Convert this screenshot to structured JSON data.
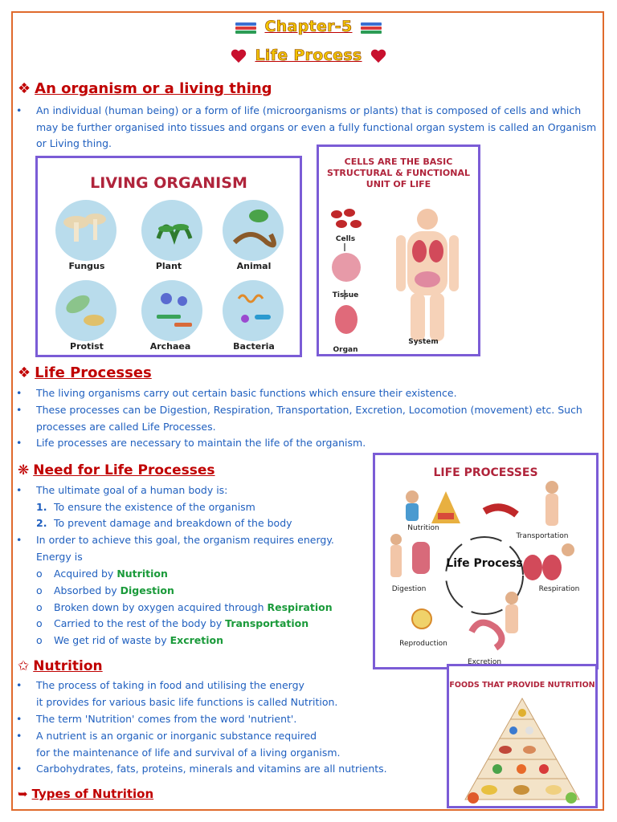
{
  "header": {
    "chapter": "Chapter-5",
    "title": "Life Process"
  },
  "section1": {
    "heading": "An organism or a living thing",
    "bullet": "An individual (human being) or a form of life (microorganisms or plants) that is composed of cells and which may be further organised into tissues and organs or even a fully functional organ system is called an Organism or Living thing."
  },
  "living_organism_image": {
    "title": "LIVING ORGANISM",
    "labels": [
      "Fungus",
      "Plant",
      "Animal",
      "Protist",
      "Archaea",
      "Bacteria"
    ]
  },
  "cells_image": {
    "title_line1": "CELLS ARE THE BASIC",
    "title_line2": "STRUCTURAL & FUNCTIONAL",
    "title_line3": "UNIT OF LIFE",
    "labels": [
      "Cells",
      "Tissue",
      "Organ",
      "System"
    ]
  },
  "section2": {
    "heading": "Life Processes",
    "bullets": [
      "The living organisms carry out certain basic functions which ensure their existence.",
      "These processes can be Digestion, Respiration, Transportation, Excretion, Locomotion (movement) etc. Such processes are called Life Processes.",
      "Life processes are necessary to maintain the life of the organism."
    ]
  },
  "section3": {
    "heading": "Need for Life Processes",
    "bullet1": "The ultimate goal of a human body is:",
    "numbered": [
      {
        "num": "1.",
        "text": "To ensure the existence of the organism"
      },
      {
        "num": "2.",
        "text": "To prevent damage and breakdown of the body"
      }
    ],
    "bullet2_line1": "In order to achieve this goal, the organism requires energy.",
    "bullet2_line2": "Energy is",
    "subitems": [
      {
        "text": "Acquired by ",
        "key": "Nutrition"
      },
      {
        "text": "Absorbed by ",
        "key": "Digestion"
      },
      {
        "text": "Broken down by oxygen acquired through ",
        "key": "Respiration"
      },
      {
        "text": "Carried to the rest of the body by ",
        "key": "Transportation"
      },
      {
        "text": "We get rid of waste by ",
        "key": "Excretion"
      }
    ]
  },
  "life_processes_image": {
    "title": "LIFE PROCESSES",
    "center": "Life Process",
    "labels": [
      "Nutrition",
      "Transportation",
      "Digestion",
      "Respiration",
      "Reproduction",
      "Excretion"
    ]
  },
  "section4": {
    "heading": "Nutrition",
    "bullets": [
      "The process of taking in food and utilising the energy",
      "it provides for various basic life functions is called Nutrition.",
      "The term 'Nutrition' comes from the word 'nutrient'.",
      "A nutrient is an organic or inorganic substance required",
      "for the maintenance of life and survival of a living organism.",
      "Carbohydrates, fats, proteins, minerals and vitamins are all nutrients."
    ]
  },
  "foods_image": {
    "title": "FOODS THAT PROVIDE NUTRITION"
  },
  "section5": {
    "heading": "Types of Nutrition"
  },
  "colors": {
    "border": "#e06a2c",
    "heading": "#c00000",
    "body_text": "#1f5fbf",
    "keyword": "#1a9a3a",
    "image_border": "#7b5cd6"
  }
}
